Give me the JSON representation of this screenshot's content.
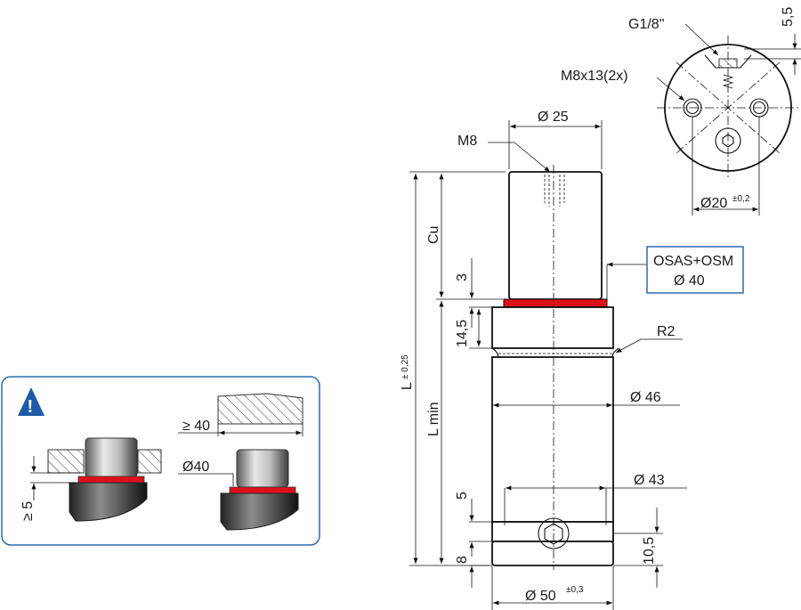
{
  "colors": {
    "seal_red": "#e0101a",
    "callout_blue": "#2b6cb0",
    "warning_blue": "#1e5aa8",
    "steel_gray": "#8a8a8a"
  },
  "icons": [
    "warning-triangle-icon",
    "hex-socket-icon",
    "threaded-hole-icon"
  ],
  "top_view": {
    "port_label": "G1/8\"",
    "port_dim": "5,5",
    "mount_label": "M8x13(2x)",
    "bolt_circle_main": "Ø20",
    "bolt_circle_tol": "±0,2"
  },
  "side_view": {
    "rod_dia": "Ø 25",
    "rod_thread": "M8",
    "stroke_label": "Cu",
    "overall_length_main": "L",
    "overall_length_tol": "± 0,25",
    "min_length": "L min",
    "seal_height": "3",
    "neck_height": "14,5",
    "radius": "R2",
    "body_dia": "Ø 46",
    "groove_dia": "Ø 43",
    "base_gap": "5",
    "base_height": "8",
    "port_height": "10,5",
    "base_dia_main": "Ø 50",
    "base_dia_tol": "±0,3",
    "seal_callout_line1": "OSAS+OSM",
    "seal_callout_line2": "Ø 40"
  },
  "install_note": {
    "warning_symbol": "!",
    "clearance_dim": "≥ 5",
    "length_dim": "≥ 40",
    "bore_dim": "Ø40"
  }
}
